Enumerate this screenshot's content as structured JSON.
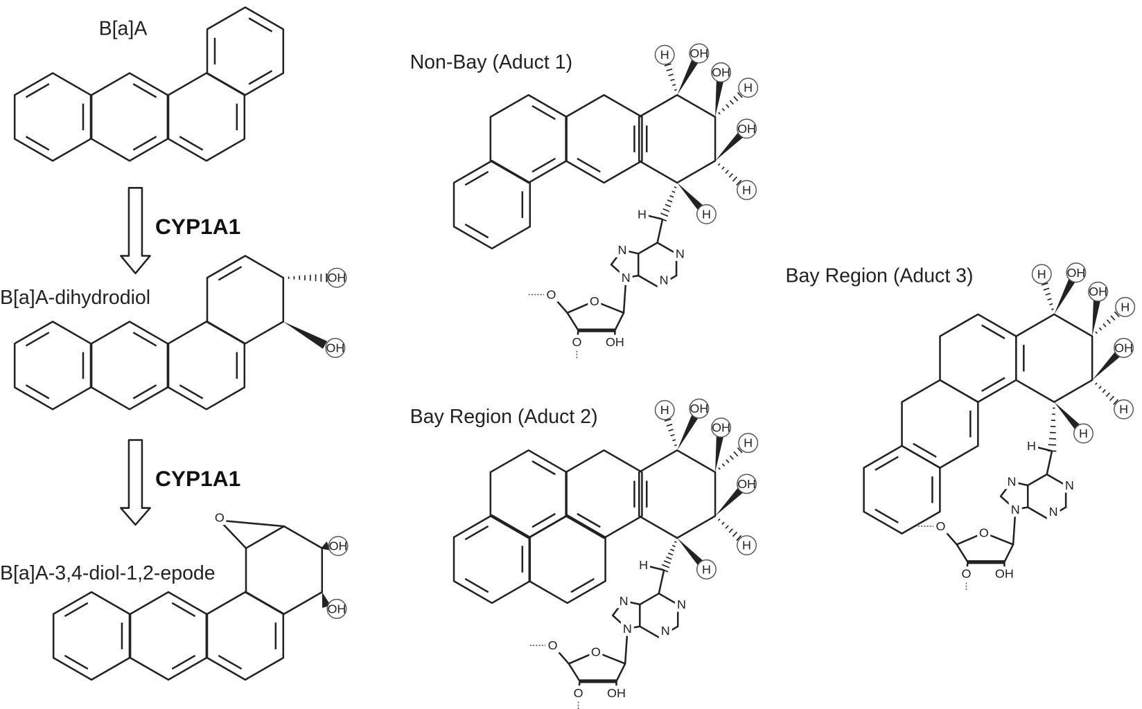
{
  "pathway": {
    "parent": "B[a]A",
    "enzyme_step1": "CYP1A1",
    "dihydrodiol": "B[a]A-dihydrodiol",
    "enzyme_step2": "CYP1A1",
    "epoxide": "B[a]A-3,4-diol-1,2-epode"
  },
  "adducts": [
    {
      "title": "Non-Bay (Aduct 1)"
    },
    {
      "title": "Bay Region (Aduct 2)"
    },
    {
      "title": "Bay Region (Aduct 3)"
    }
  ],
  "atoms": {
    "H": "H",
    "OH": "OH",
    "N": "N",
    "O": "O"
  }
}
